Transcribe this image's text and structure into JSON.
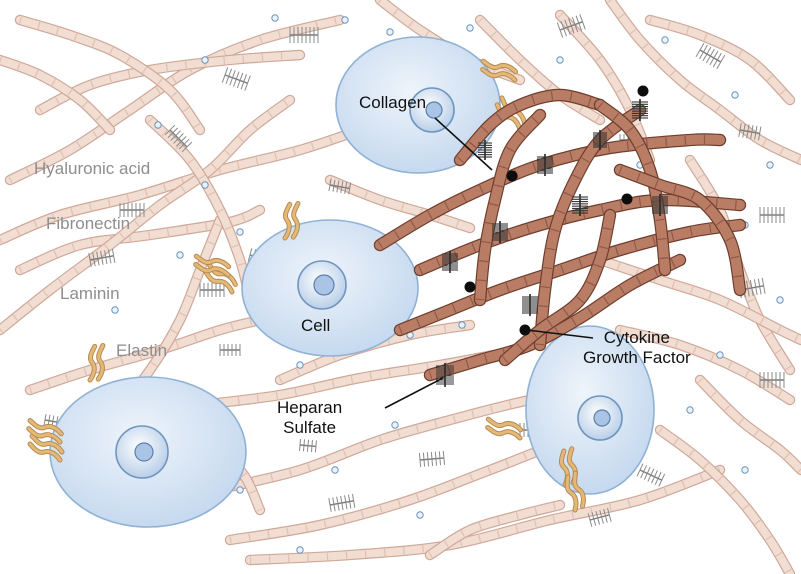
{
  "labels": {
    "hyaluronic_acid": "Hyaluronic acid",
    "fibronectin": "Fibronectin",
    "laminin": "Laminin",
    "elastin": "Elastin",
    "collagen": "Collagen",
    "cell": "Cell",
    "cytokine_line1": "Cytokine",
    "cytokine_line2": "Growth Factor",
    "heparan_line1": "Heparan",
    "heparan_line2": "Sulfate"
  },
  "colors": {
    "fiber_light": "#f1ddd2",
    "fiber_edge": "#cfa898",
    "collagen_dark": "#b97d66",
    "collagen_edge": "#6e3d2c",
    "cell_fill": "#cfe0f2",
    "cell_edge": "#8fb1d4",
    "nucleus_fill": "#dbe8f5",
    "nucleus_edge": "#6f95bf",
    "receptor": "#e3b97a",
    "proteoglycan": "#555555",
    "bead": "#8fb8da"
  }
}
